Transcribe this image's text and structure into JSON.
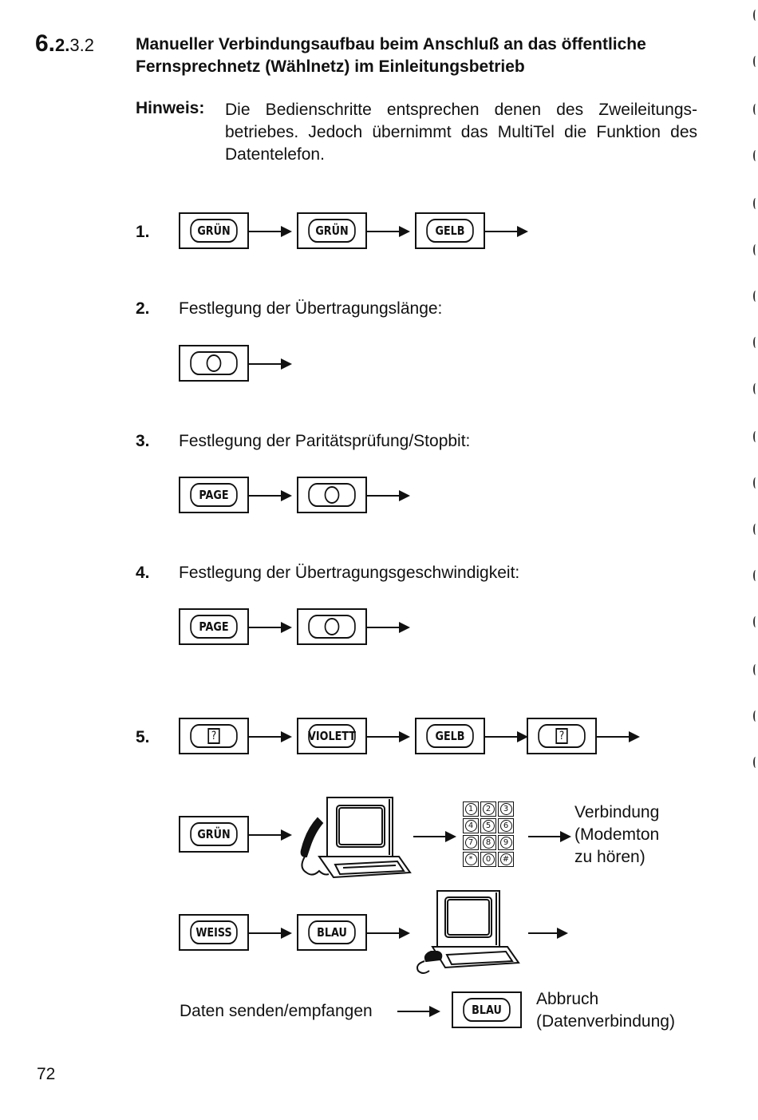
{
  "header": {
    "section_major": "6.",
    "section_mid": "2.",
    "section_minor": "3.2",
    "title": "Manueller Verbindungsaufbau beim Anschluß an das öffentliche Fernsprechnetz (Wählnetz) im Einleitungsbetrieb"
  },
  "note": {
    "label": "Hinweis:",
    "text": "Die Bedienschritte entsprechen denen des Zweileitungs-betriebes. Jedoch übernimmt das MultiTel die Funktion des Datentelefon."
  },
  "steps": {
    "s1": {
      "num": "1."
    },
    "s2": {
      "num": "2.",
      "text": "Festlegung der Übertragungslänge:"
    },
    "s3": {
      "num": "3.",
      "text": "Festlegung der Paritätsprüfung/Stopbit:"
    },
    "s4": {
      "num": "4.",
      "text": "Festlegung der Übertragungsgeschwindigkeit:"
    },
    "s5": {
      "num": "5."
    }
  },
  "keys": {
    "gruen": "GRÜN",
    "gelb": "GELB",
    "page": "PAGE",
    "violett": "VIOLETT",
    "weiss": "WEISS",
    "blau": "BLAU",
    "question": "?"
  },
  "keypad": [
    "1",
    "2",
    "3",
    "4",
    "5",
    "6",
    "7",
    "8",
    "9",
    "*",
    "0",
    "#"
  ],
  "texts": {
    "verbindung": "Verbindung",
    "modemton": "(Modemton",
    "zu_hoeren": "zu hören)",
    "daten": "Daten senden/empfangen",
    "abbruch": "Abbruch",
    "datenverbindung": "(Datenverbindung)"
  },
  "page_number": "72"
}
